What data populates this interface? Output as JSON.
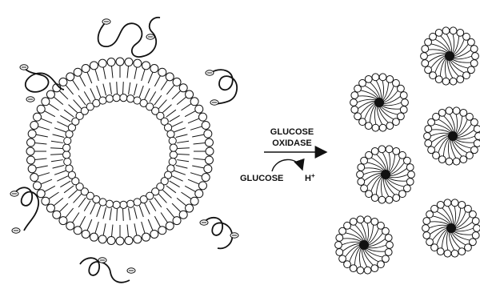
{
  "diagram": {
    "reaction": {
      "enzyme_line1": "GLUCOSE",
      "enzyme_line2": "OXIDASE",
      "substrate": "GLUCOSE",
      "product": "H+"
    },
    "polymer_end_mark": "⊖",
    "colors": {
      "ink": "#111111",
      "paper": "#ffffff"
    }
  }
}
